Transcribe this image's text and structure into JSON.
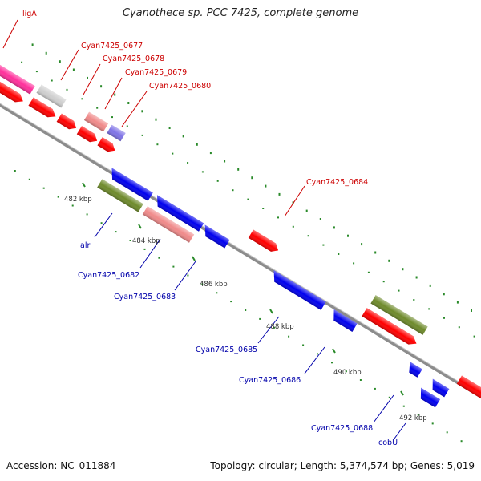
{
  "title": "Cyanothece sp. PCC 7425, complete genome",
  "accession": "Accession: NC_011884",
  "summary": "Topology: circular; Length: 5,374,574 bp; Genes: 5,019",
  "colors": {
    "backbone": "#8c8c8c",
    "red": "#ff0000",
    "blue": "#0000ee",
    "pink": "#ff2f9b",
    "grey": "#cfcfcf",
    "salmon": "#f08a8a",
    "lavender": "#7f73e6",
    "olive": "#6e8a2b",
    "dot": "#2a8a2a",
    "label_red": "#cc0000",
    "label_blue": "#0000aa"
  },
  "ticks": [
    "482 kbp",
    "484 kbp",
    "486 kbp",
    "488 kbp",
    "490 kbp",
    "492 kbp"
  ],
  "labels": {
    "top": [
      "ligA",
      "Cyan7425_0677",
      "Cyan7425_0678",
      "Cyan7425_0679",
      "Cyan7425_0680",
      "Cyan7425_0684"
    ],
    "bottom": [
      "alr",
      "Cyan7425_0682",
      "Cyan7425_0683",
      "Cyan7425_0685",
      "Cyan7425_0686",
      "Cyan7425_0688",
      "cobU"
    ]
  }
}
